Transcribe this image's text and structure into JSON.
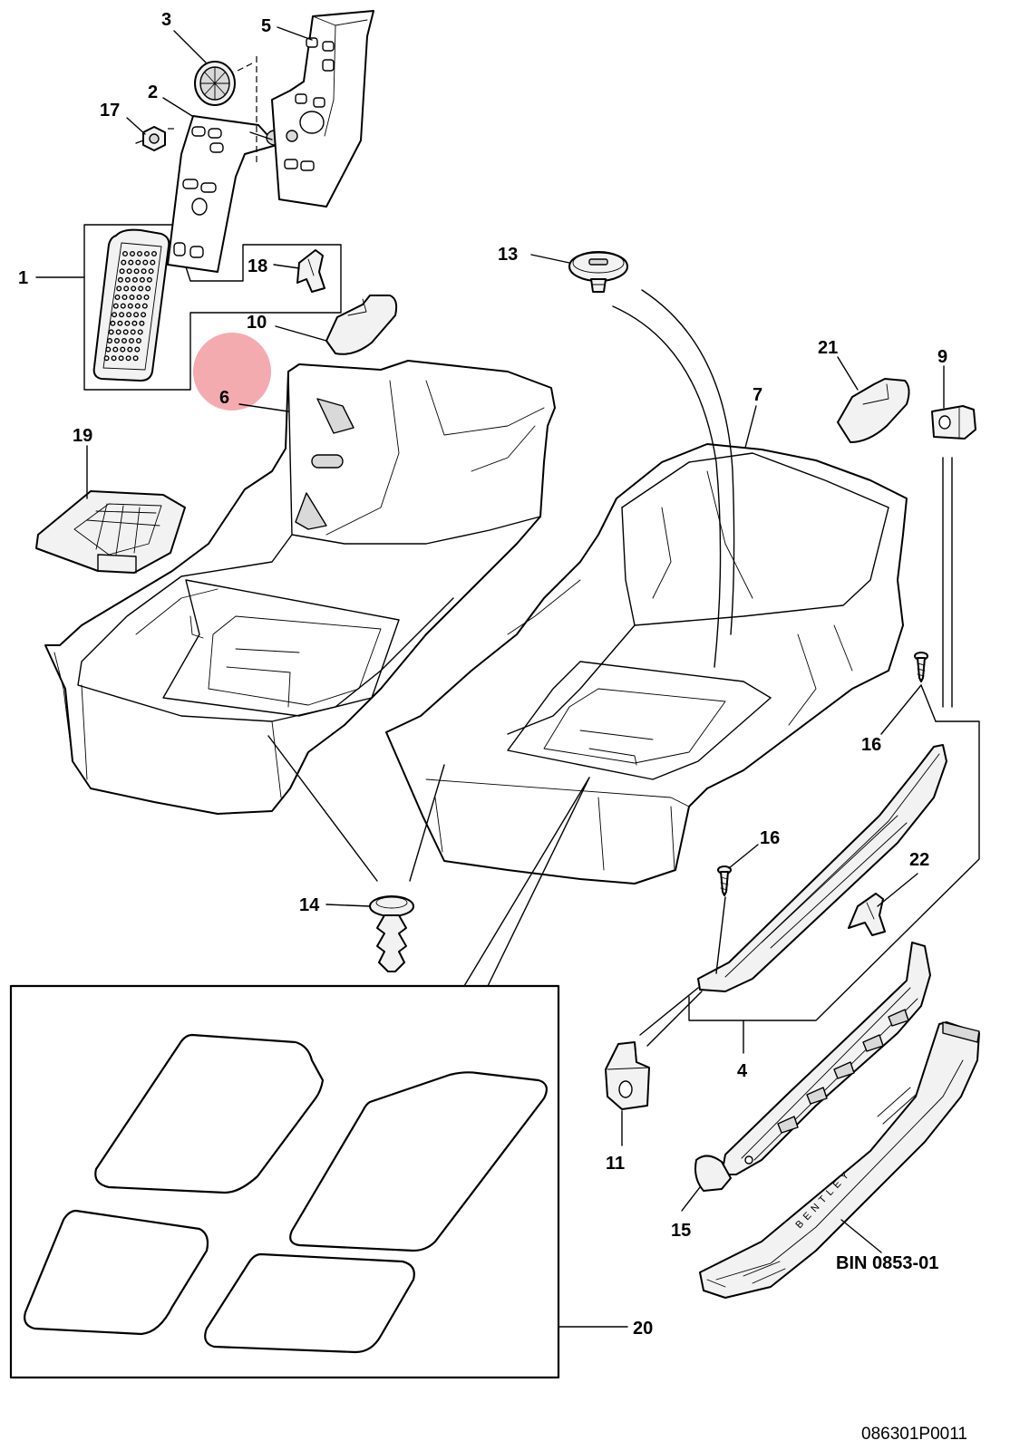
{
  "labels": {
    "l1": "1",
    "l2": "2",
    "l3": "3",
    "l4": "4",
    "l5": "5",
    "l6": "6",
    "l7": "7",
    "l9": "9",
    "l10": "10",
    "l11": "11",
    "l13": "13",
    "l14": "14",
    "l15": "15",
    "l16a": "16",
    "l16b": "16",
    "l17": "17",
    "l18": "18",
    "l19": "19",
    "l20": "20",
    "l21": "21",
    "l22": "22"
  },
  "bin_label": "BIN 0853-01",
  "brand_text": "BENTLEY",
  "drawing_ref": "086301P0011",
  "colors": {
    "highlight": "#f08f95",
    "line": "#000000",
    "fill": "#f2f2f2"
  }
}
